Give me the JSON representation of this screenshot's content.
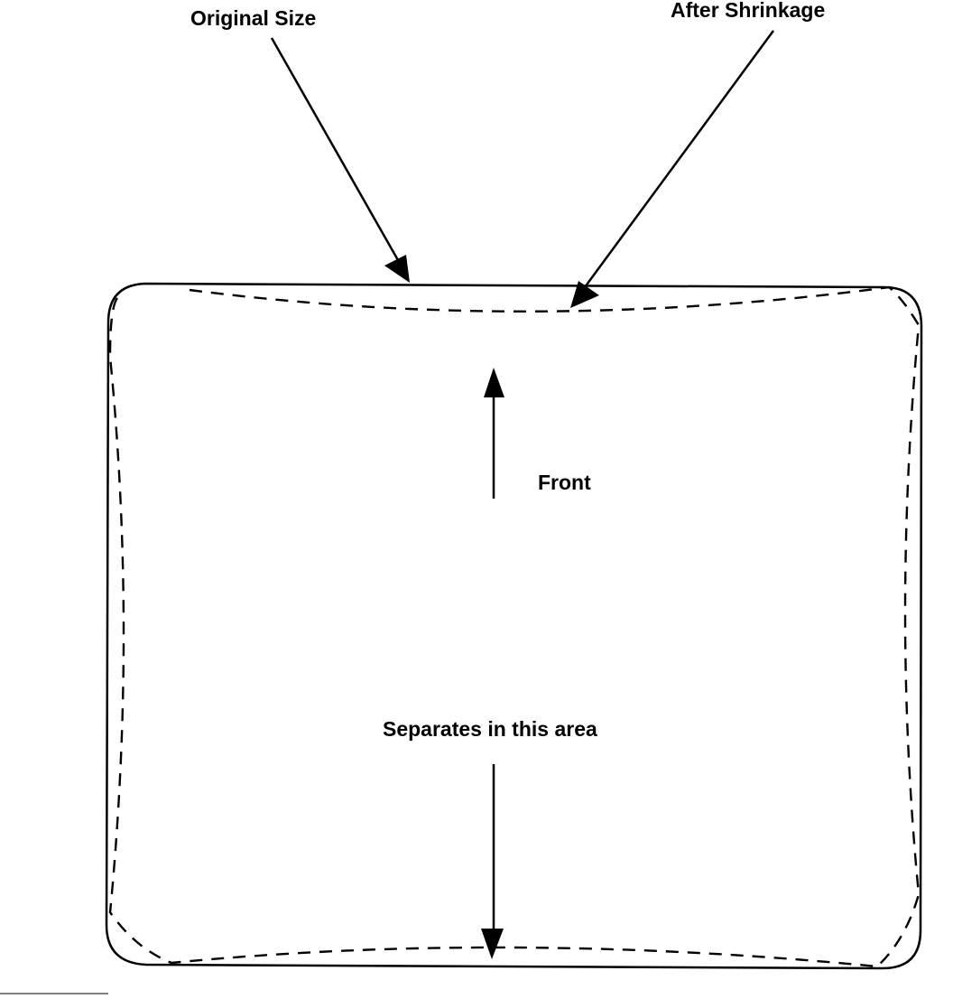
{
  "labels": {
    "original_size": "Original Size",
    "after_shrinkage": "After Shrinkage",
    "front": "Front",
    "separates": "Separates in this area"
  },
  "colors": {
    "ink": "#000000",
    "background": "#ffffff"
  }
}
